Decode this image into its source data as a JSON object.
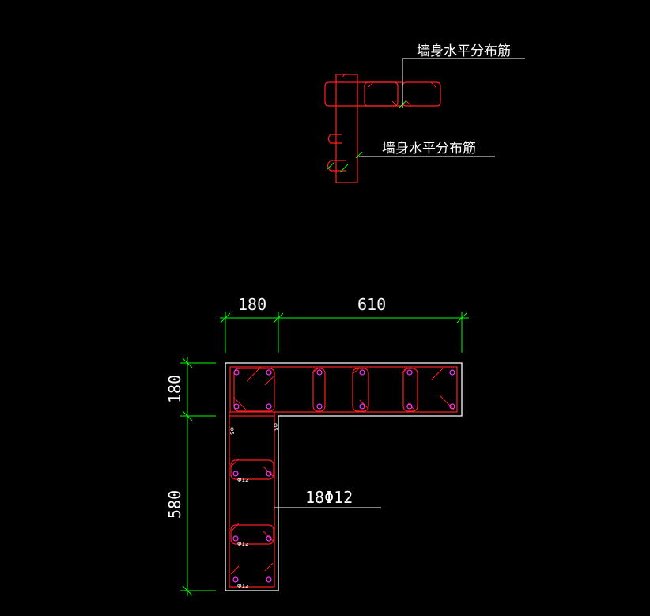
{
  "colors": {
    "background": "#000000",
    "rebar": "#ff2020",
    "dimension": "#00ff00",
    "outline": "#ffffff",
    "bar_node": "#ff33ff",
    "leader": "#ffffff"
  },
  "detail_top": {
    "callout_1": "墙身水平分布筋",
    "callout_2": "墙身水平分布筋"
  },
  "section": {
    "dim_top_left": "180",
    "dim_top_right": "610",
    "dim_left_top": "180",
    "dim_left_bottom": "580",
    "rebar_callout": "18Φ12",
    "small_notes": {
      "tie_left": "Φ5",
      "tie_right": "Φ5",
      "bar_a": "Φ12",
      "bar_b": "Φ12",
      "bar_c": "Φ12"
    }
  }
}
